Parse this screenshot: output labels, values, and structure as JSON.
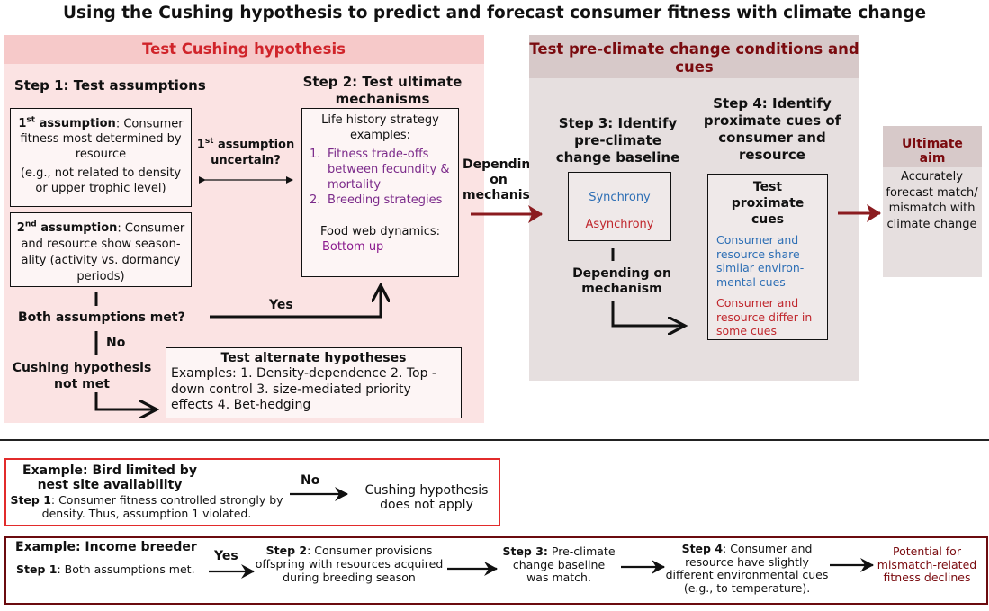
{
  "title": "Using the Cushing hypothesis to predict and forecast consumer fitness with climate change",
  "left_panel": {
    "title": "Test Cushing hypothesis",
    "step1_title": "Step 1: Test assumptions",
    "assumption1": {
      "heading_num": "1",
      "heading_sup": "st",
      "heading_rest": " assumption",
      "text": ": Consumer fitness most determined by resource",
      "note": "(e.g., not related to density or upper trophic level)"
    },
    "assumption2": {
      "heading_num": "2",
      "heading_sup": "nd",
      "heading_rest": " assumption",
      "text": ": Consumer and resource show season-ality (activity vs. dormancy periods)"
    },
    "uncertain_num": "1",
    "uncertain_sup": "st",
    "uncertain_line1": " assumption",
    "uncertain_line2": "uncertain?",
    "step2_title": "Step 2: Test ultimate mechanisms",
    "lh_heading": "Life history strategy examples:",
    "lh_items": [
      {
        "num": "1.",
        "text": "Fitness trade-offs between fecundity & mortality"
      },
      {
        "num": "2.",
        "text": "Breeding strategies"
      }
    ],
    "food_web_heading": "Food web dynamics:",
    "food_web_value": "Bottom up",
    "both_met": "Both assumptions met?",
    "yes": "Yes",
    "no": "No",
    "not_met": "Cushing hypothesis not met",
    "alt_title": "Test alternate hypotheses",
    "alt_text": "Examples: 1. Density-dependence 2. Top -down control 3. size-mediated priority effects 4. Bet-hedging"
  },
  "depending_on_mechanism": "Depending on mechanism",
  "right_panel": {
    "title": "Test pre-climate change conditions and cues",
    "step3_title": "Step 3: Identify pre-climate change baseline",
    "synchrony": "Synchrony",
    "asynchrony": "Asynchrony",
    "depending": "Depending on mechanism",
    "step4_title": "Step 4: Identify proximate cues of consumer and resource",
    "proximate_title": "Test proximate cues",
    "cue_share": "Consumer and resource share similar environ-mental cues",
    "cue_differ": "Consumer and resource differ in some cues"
  },
  "ultimate": {
    "title": "Ultimate aim",
    "text": "Accurately forecast match/ mismatch with climate change"
  },
  "example1": {
    "title": "Example: Bird limited by nest site availability",
    "step_label": "Step 1",
    "step_text": ": Consumer fitness controlled strongly by density. Thus, assumption 1 violated.",
    "arrow_label": "No",
    "result": "Cushing hypothesis does not apply"
  },
  "example2": {
    "title": "Example: Income breeder",
    "step1_label": "Step 1",
    "step1_text": ": Both assumptions met.",
    "arrow_label": "Yes",
    "step2_label": "Step 2",
    "step2_text": ": Consumer provisions offspring with resources acquired during breeding season",
    "step3_label": "Step 3:",
    "step3_text": " Pre-climate change baseline was match.",
    "step4_label": "Step 4",
    "step4_text": ": Consumer and resource have slightly different environmental cues (e.g., to temperature).",
    "result": "Potential for mismatch-related fitness declines"
  },
  "colors": {
    "left_panel_bg": "#fbe3e3",
    "left_header_bg": "#f6c9c9",
    "left_title": "#d0242a",
    "right_panel_bg": "#e6dfdf",
    "right_title": "#7a0b0f",
    "synchrony": "#2e6fb5",
    "asynchrony": "#c0272d",
    "dark_red_arrow": "#8b1b1f"
  }
}
